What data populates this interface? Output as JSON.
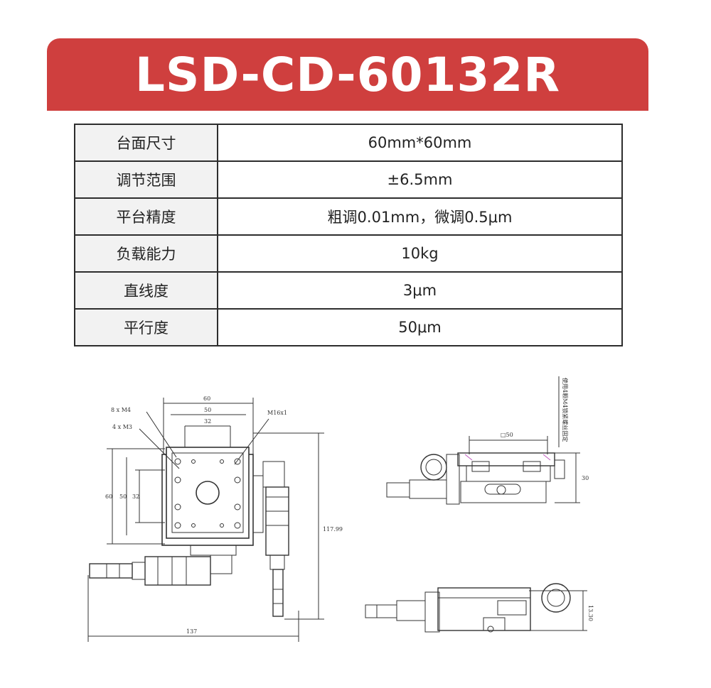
{
  "title": "LSD-CD-60132R",
  "specs": [
    {
      "label": "台面尺寸",
      "value": "60mm*60mm"
    },
    {
      "label": "调节范围",
      "value": "±6.5mm"
    },
    {
      "label": "平台精度",
      "value": "粗调0.01mm，微调0.5μm"
    },
    {
      "label": "负载能力",
      "value": "10kg"
    },
    {
      "label": "直线度",
      "value": "3μm"
    },
    {
      "label": "平行度",
      "value": "50μm"
    }
  ],
  "drawing": {
    "top_view": {
      "dim_60_top": "60",
      "dim_50_top": "50",
      "dim_32_top": "32",
      "dim_60_left": "60",
      "dim_50_left": "50",
      "dim_32_left": "32",
      "dim_height": "117.99",
      "dim_width": "137",
      "callout_m4": "8 x M4",
      "callout_m3": "4 x M3",
      "callout_m16": "M16x1"
    },
    "front_view": {
      "dim_square_50": "□50",
      "dim_30": "30",
      "note": "使用4颗M4锁紧螺丝固定"
    },
    "side_view": {
      "dim_13": "13.30"
    }
  }
}
